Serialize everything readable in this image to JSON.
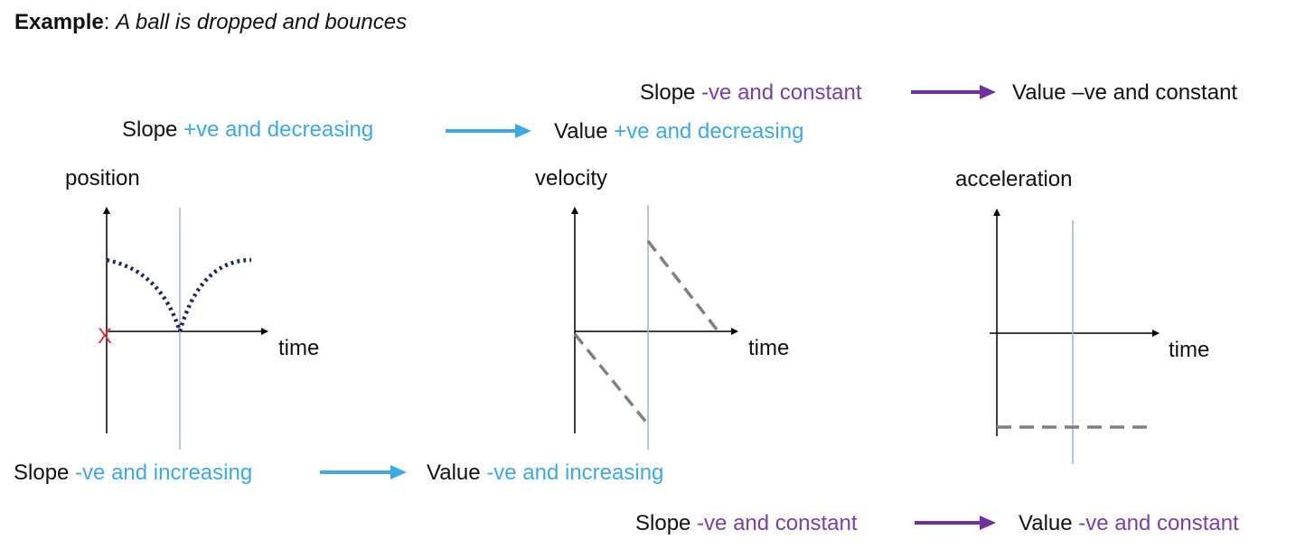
{
  "title": {
    "prefix": "Example",
    "separator": ": ",
    "text": "A ball is dropped and bounces"
  },
  "annotations": {
    "top_purple": {
      "slope_word": "Slope",
      "slope_desc": "-ve and constant",
      "value_word": "Value",
      "value_desc": "–ve and constant"
    },
    "top_blue": {
      "slope_word": "Slope",
      "slope_desc": "+ve and decreasing",
      "value_word": "Value",
      "value_desc": "+ve and decreasing"
    },
    "bottom_blue": {
      "slope_word": "Slope",
      "slope_desc": "-ve and increasing",
      "value_word": "Value",
      "value_desc": "-ve and increasing"
    },
    "bottom_purple": {
      "slope_word": "Slope",
      "slope_desc": "-ve and constant",
      "value_word": "Value",
      "value_desc": "-ve and constant"
    }
  },
  "graphs": {
    "position": {
      "ylabel": "position",
      "xlabel": "time",
      "marker": "X"
    },
    "velocity": {
      "ylabel": "velocity",
      "xlabel": "time"
    },
    "acceleration": {
      "ylabel": "acceleration",
      "xlabel": "time"
    }
  },
  "colors": {
    "blue": "#3ea8e5",
    "purple": "#7030a0",
    "position_curve": "#1f2d5a",
    "dashed_line": "#808080",
    "marker": "#e0302a",
    "bounce_line": "#9fb3cc"
  }
}
